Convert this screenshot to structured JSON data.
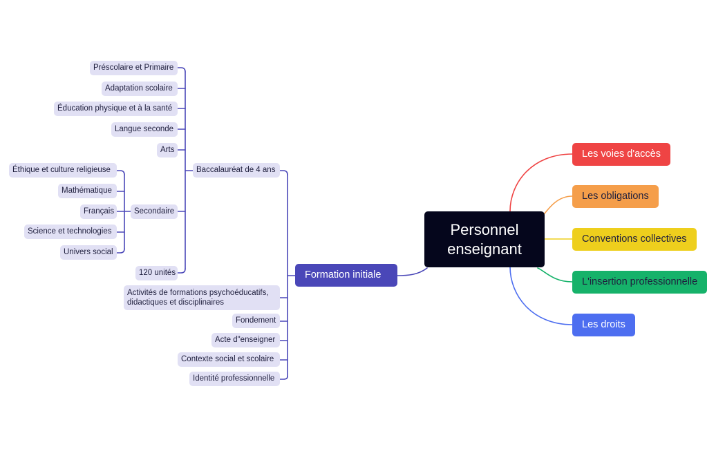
{
  "root": {
    "line1": "Personnel",
    "line2": "enseignant"
  },
  "right_branches": [
    {
      "label": "Les voies d'accès",
      "color": "#ef4444",
      "text_color": "#ffffff"
    },
    {
      "label": "Les obligations",
      "color": "#f59e4a",
      "text_color": "#1f1f3d"
    },
    {
      "label": "Conventions collectives",
      "color": "#eecf1d",
      "text_color": "#1f1f3d"
    },
    {
      "label": "L'insertion professionnelle",
      "color": "#16b26a",
      "text_color": "#1f1f3d"
    },
    {
      "label": "Les droits",
      "color": "#4d6ef0",
      "text_color": "#ffffff"
    }
  ],
  "formation": {
    "label": "Formation initiale",
    "color": "#4a47b8",
    "bac": {
      "label": "Baccalauréat de 4 ans",
      "items": [
        "Préscolaire et Primaire",
        "Adaptation scolaire",
        "Éducation physique et à la santé",
        "Langue seconde",
        "Arts"
      ],
      "secondaire": {
        "label": "Secondaire",
        "items": [
          "Éthique et culture religieuse",
          "Mathématique",
          "Français",
          "Science et technologies",
          "Univers social"
        ]
      },
      "unites": "120 unités"
    },
    "others": [
      "Activités de formations psychoéducatifs, didactiques et disciplinaires",
      "Fondement",
      "Acte d\"enseigner",
      "Contexte social et scolaire",
      "Identité professionnelle"
    ]
  }
}
